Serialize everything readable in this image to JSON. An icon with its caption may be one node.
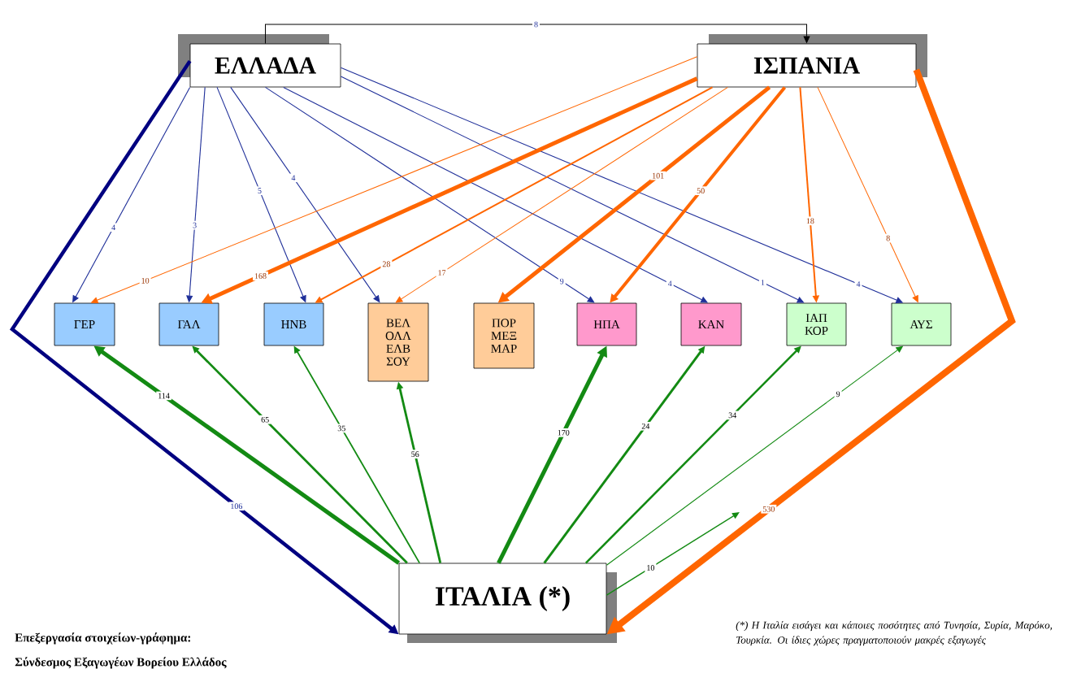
{
  "diagram": {
    "nodes": [
      {
        "text": [
          "ΕΛΛΑΔΑ"
        ]
      },
      {
        "text": [
          "ΙΣΠΑΝΙΑ"
        ]
      },
      {
        "text": [
          "ΓΕΡ"
        ]
      },
      {
        "text": [
          "ΓΑΛ"
        ]
      },
      {
        "text": [
          "ΗΝΒ"
        ]
      },
      {
        "text": [
          "ΒΕΛ ΟΛΛ ΕΛΒ ΣΟΥ"
        ]
      },
      {
        "text": [
          "ΠΟΡ ΜΕΞ ΜΑΡ"
        ]
      },
      {
        "text": [
          "ΗΠΑ"
        ]
      },
      {
        "text": [
          "ΚΑΝ"
        ]
      },
      {
        "text": [
          "ΙΑΠ ΚΟΡ"
        ]
      },
      {
        "text": [
          "ΑΥΣ"
        ]
      },
      {
        "text": [
          "ΙΤΑΛΙΑ (*)"
        ]
      }
    ],
    "edges": [
      {
        "from": 0,
        "to": 2,
        "arrow": "to",
        "label": "4",
        "color": "#1f2f99"
      },
      {
        "from": 0,
        "to": 3,
        "arrow": "to",
        "label": "3",
        "color": "#1f2f99"
      },
      {
        "from": 0,
        "to": 4,
        "arrow": "to",
        "label": "5",
        "color": "#1f2f99"
      },
      {
        "from": 0,
        "to": 5,
        "arrow": "to",
        "label": "4",
        "color": "#1f2f99"
      },
      {
        "from": 0,
        "to": 7,
        "arrow": "to",
        "label": "9",
        "color": "#1f2f99"
      },
      {
        "from": 0,
        "to": 8,
        "arrow": "to",
        "label": "4",
        "color": "#1f2f99"
      },
      {
        "from": 0,
        "to": 9,
        "arrow": "to",
        "label": "1",
        "color": "#1f2f99"
      },
      {
        "from": 0,
        "to": 10,
        "arrow": "to",
        "label": "4",
        "color": "#1f2f99"
      },
      {
        "from": 0,
        "to": 1,
        "arrow": "to",
        "label": "8",
        "color": "#000000"
      },
      {
        "from": 0,
        "to": 11,
        "arrow": "to",
        "label": "106",
        "style": "thick",
        "color": "#000080"
      },
      {
        "from": 1,
        "to": 2,
        "arrow": "to",
        "label": "10",
        "color": "#ff6600"
      },
      {
        "from": 1,
        "to": 3,
        "arrow": "to",
        "label": "168",
        "style": "thick",
        "color": "#ff6600"
      },
      {
        "from": 1,
        "to": 4,
        "arrow": "to",
        "label": "28",
        "color": "#ff6600"
      },
      {
        "from": 1,
        "to": 5,
        "arrow": "to",
        "label": "17",
        "color": "#ff6600"
      },
      {
        "from": 1,
        "to": 6,
        "arrow": "to",
        "label": "101",
        "style": "thick",
        "color": "#ff6600"
      },
      {
        "from": 1,
        "to": 7,
        "arrow": "to",
        "label": "50",
        "style": "thick",
        "color": "#ff6600"
      },
      {
        "from": 1,
        "to": 9,
        "arrow": "to",
        "label": "18",
        "color": "#ff6600"
      },
      {
        "from": 1,
        "to": 10,
        "arrow": "to",
        "label": "8",
        "color": "#ff6600"
      },
      {
        "from": 1,
        "to": 11,
        "arrow": "to",
        "label": "530",
        "style": "thick",
        "color": "#ff6600"
      },
      {
        "from": 11,
        "to": 2,
        "arrow": "to",
        "label": "114",
        "style": "thick",
        "color": "#138a13"
      },
      {
        "from": 11,
        "to": 3,
        "arrow": "to",
        "label": "65",
        "color": "#138a13"
      },
      {
        "from": 11,
        "to": 4,
        "arrow": "to",
        "label": "35",
        "color": "#138a13"
      },
      {
        "from": 11,
        "to": 5,
        "arrow": "to",
        "label": "56",
        "color": "#138a13"
      },
      {
        "from": 11,
        "to": 7,
        "arrow": "to",
        "label": "170",
        "style": "thick",
        "color": "#138a13"
      },
      {
        "from": 11,
        "to": 8,
        "arrow": "to",
        "label": "24",
        "color": "#138a13"
      },
      {
        "from": 11,
        "to": 9,
        "arrow": "to",
        "label": "34",
        "color": "#138a13"
      },
      {
        "from": 11,
        "to": 10,
        "arrow": "to",
        "label": "9",
        "color": "#138a13"
      },
      {
        "from": 11,
        "to": null,
        "arrow": "to",
        "label": "10",
        "color": "#138a13"
      }
    ],
    "labels": [
      "Επεξεργασία στοιχείων-γράφημα:",
      "Σύνδεσμος Εξαγωγέων Βορείου Ελλάδος",
      "(*) Η Ιταλία εισάγει και κάποιες ποσότητες από Τυνησία, Συρία, Μαρόκο, Τουρκία. Οι ίδιες χώρες πραγματοποιούν μακρές εξαγωγές"
    ]
  }
}
